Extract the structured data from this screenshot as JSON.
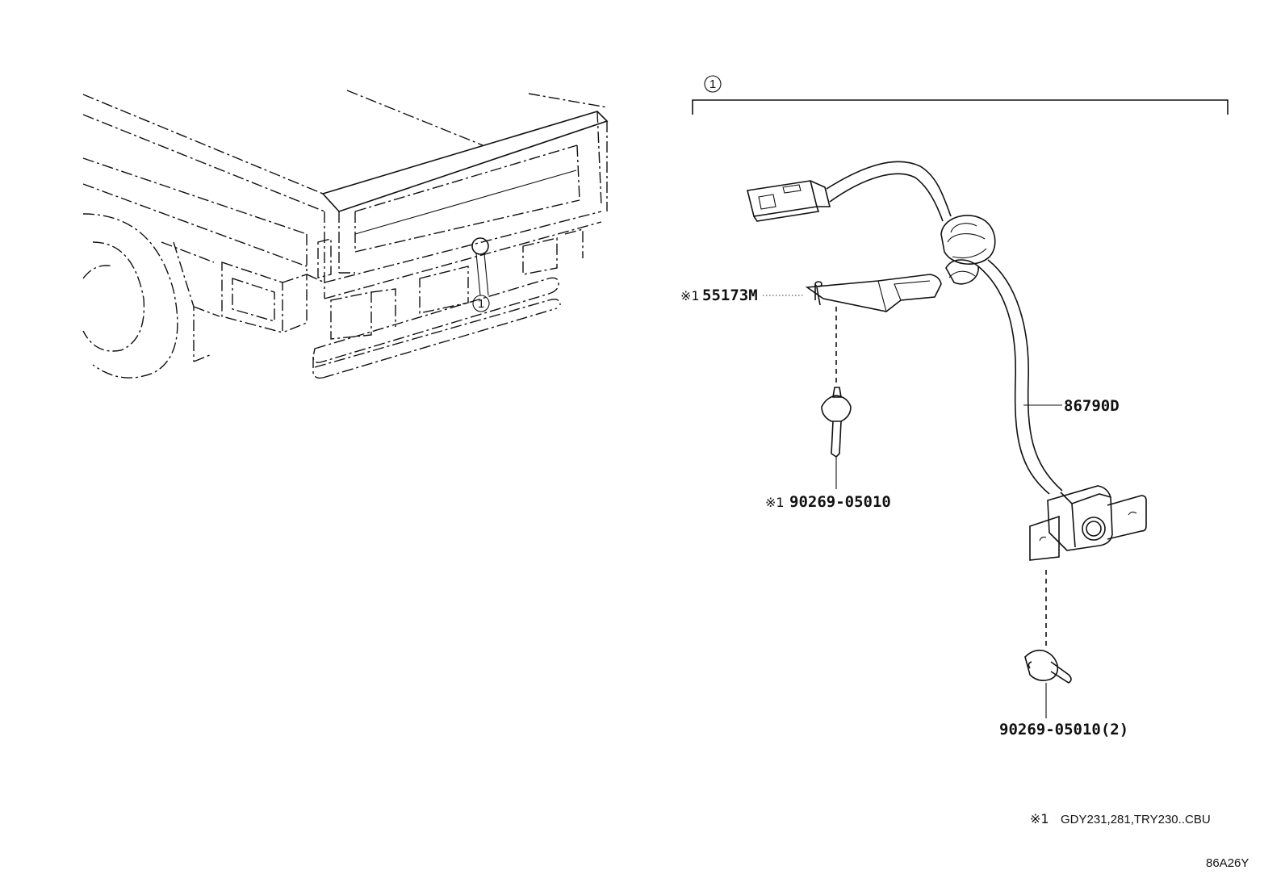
{
  "callout": {
    "number": "1"
  },
  "parts": {
    "bracket_label": {
      "mark": "※1",
      "code": "55173M"
    },
    "screw_upper": {
      "mark": "※1",
      "code": "90269-05010"
    },
    "camera_assembly": {
      "code": "86790D"
    },
    "screw_lower": {
      "code": "90269-05010(2)"
    }
  },
  "footnote": {
    "mark": "※1",
    "text": "GDY231,281,TRY230..CBU"
  },
  "figure_id": "86A26Y"
}
